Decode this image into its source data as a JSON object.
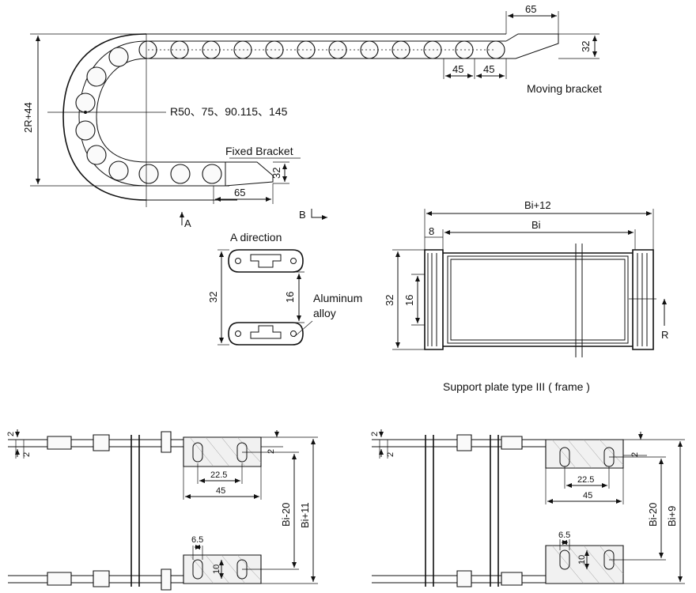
{
  "top_view": {
    "height_dim": "2R+44",
    "radius_label": "R50、75、90.115、145",
    "moving_bracket_label": "Moving bracket",
    "fixed_bracket_label": "Fixed Bracket",
    "dim_65_top": "65",
    "dim_32_top": "32",
    "dim_45_a": "45",
    "dim_45_b": "45",
    "dim_32_bottom": "32",
    "dim_65_bottom": "65",
    "arrow_a": "A",
    "arrow_b": "B"
  },
  "a_direction": {
    "title": "A direction",
    "dim_32": "32",
    "dim_16": "16",
    "material_line1": "Aluminum",
    "material_line2": "alloy"
  },
  "support_plate": {
    "dim_bi12": "Bi+12",
    "dim_bi": "Bi",
    "dim_8": "8",
    "dim_32": "32",
    "dim_16": "16",
    "mark_r": "R",
    "caption": "Support plate type III ( frame )"
  },
  "bracket_left": {
    "dim_2_top": "2",
    "dim_2_bottom": "2",
    "dim_2_plate": "2",
    "dim_22_5": "22.5",
    "dim_45": "45",
    "dim_bi20": "Bi-20",
    "dim_bi11": "Bi+11",
    "dim_6_5": "6.5",
    "dim_10": "10"
  },
  "bracket_right": {
    "dim_2_top": "2",
    "dim_2_bottom": "2",
    "dim_2_plate": "2",
    "dim_22_5": "22.5",
    "dim_45": "45",
    "dim_bi20": "Bi-20",
    "dim_bi9": "Bi+9",
    "dim_6_5": "6.5",
    "dim_10": "10"
  }
}
